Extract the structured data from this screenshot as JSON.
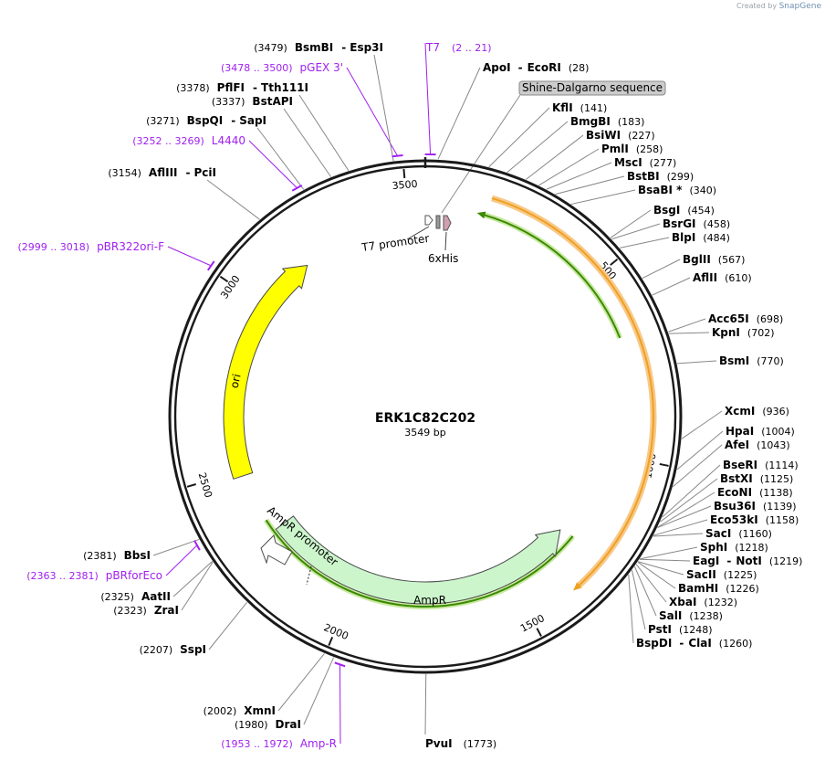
{
  "credit": {
    "prefix": "Created by",
    "brand": "SnapGene"
  },
  "plasmid": {
    "name": "ERK1C82C202",
    "length_label": "3549 bp",
    "length": 3549
  },
  "ticks": [
    {
      "pos": 500,
      "label": "500"
    },
    {
      "pos": 1000,
      "label": "1000"
    },
    {
      "pos": 1500,
      "label": "1500"
    },
    {
      "pos": 2000,
      "label": "2000"
    },
    {
      "pos": 2500,
      "label": "2500"
    },
    {
      "pos": 3000,
      "label": "3000"
    },
    {
      "pos": 3500,
      "label": "3500"
    }
  ],
  "features": [
    {
      "name": "AmpR",
      "label": "AmpR",
      "color": "#ccf5cc",
      "stroke": "#4a4a4a"
    },
    {
      "name": "AmpR promoter",
      "label": "AmpR promoter",
      "color": "#ffffff",
      "stroke": "#4a4a4a"
    },
    {
      "name": "ori",
      "label": "ori",
      "color": "#ffff00",
      "stroke": "#4a4a4a"
    },
    {
      "name": "T7 promoter",
      "label": "T7 promoter",
      "color": "#ffffff",
      "stroke": "#4a4a4a"
    },
    {
      "name": "6xHis",
      "label": "6xHis",
      "color": "#d0a0b0",
      "stroke": "#4a4a4a"
    },
    {
      "name": "Shine-Dalgarno sequence",
      "label": "Shine-Dalgarno sequence",
      "color": "#cccccc"
    }
  ],
  "orfs": {
    "orange_color": "#f0a020",
    "green_color": "#3a8a00"
  },
  "primers": [
    {
      "name": "T7",
      "range": "(2 .. 21)"
    },
    {
      "name": "pGEX 3'",
      "range": "(3478 .. 3500)"
    },
    {
      "name": "L4440",
      "range": "(3252 .. 3269)"
    },
    {
      "name": "pBR322ori-F",
      "range": "(2999 .. 3018)"
    },
    {
      "name": "pBRforEco",
      "range": "(2363 .. 2381)"
    },
    {
      "name": "Amp-R",
      "range": "(1953 .. 1972)"
    }
  ],
  "sites": [
    {
      "name": "ApoI",
      "name2": "EcoRI",
      "pos": "(28)"
    },
    {
      "name": "KflI",
      "pos": "(141)"
    },
    {
      "name": "BmgBI",
      "pos": "(183)"
    },
    {
      "name": "BsiWI",
      "pos": "(227)"
    },
    {
      "name": "PmlI",
      "pos": "(258)"
    },
    {
      "name": "MscI",
      "pos": "(277)"
    },
    {
      "name": "BstBI",
      "pos": "(299)"
    },
    {
      "name": "BsaBI *",
      "pos": "(340)"
    },
    {
      "name": "BsgI",
      "pos": "(454)"
    },
    {
      "name": "BsrGI",
      "pos": "(458)"
    },
    {
      "name": "BlpI",
      "pos": "(484)"
    },
    {
      "name": "BglII",
      "pos": "(567)"
    },
    {
      "name": "AflII",
      "pos": "(610)"
    },
    {
      "name": "Acc65I",
      "pos": "(698)"
    },
    {
      "name": "KpnI",
      "pos": "(702)"
    },
    {
      "name": "BsmI",
      "pos": "(770)"
    },
    {
      "name": "XcmI",
      "pos": "(936)"
    },
    {
      "name": "HpaI",
      "pos": "(1004)"
    },
    {
      "name": "AfeI",
      "pos": "(1043)"
    },
    {
      "name": "BseRI",
      "pos": "(1114)"
    },
    {
      "name": "BstXI",
      "pos": "(1125)"
    },
    {
      "name": "EcoNI",
      "pos": "(1138)"
    },
    {
      "name": "Bsu36I",
      "pos": "(1139)"
    },
    {
      "name": "Eco53kI",
      "pos": "(1158)"
    },
    {
      "name": "SacI",
      "pos": "(1160)"
    },
    {
      "name": "SphI",
      "pos": "(1218)"
    },
    {
      "name": "EagI",
      "name2": "NotI",
      "pos": "(1219)"
    },
    {
      "name": "SacII",
      "pos": "(1225)"
    },
    {
      "name": "BamHI",
      "pos": "(1226)"
    },
    {
      "name": "XbaI",
      "pos": "(1232)"
    },
    {
      "name": "SalI",
      "pos": "(1238)"
    },
    {
      "name": "PstI",
      "pos": "(1248)"
    },
    {
      "name": "BspDI",
      "name2": "ClaI",
      "pos": "(1260)"
    },
    {
      "name": "PvuI",
      "pos": "(1773)"
    },
    {
      "name": "DraI",
      "pos": "(1980)"
    },
    {
      "name": "XmnI",
      "pos": "(2002)"
    },
    {
      "name": "SspI",
      "pos": "(2207)"
    },
    {
      "name": "ZraI",
      "pos": "(2323)"
    },
    {
      "name": "AatII",
      "pos": "(2325)"
    },
    {
      "name": "BbsI",
      "pos": "(2381)"
    },
    {
      "name": "AflIII",
      "name2": "PciI",
      "pos": "(3154)"
    },
    {
      "name": "BspQI",
      "name2": "SapI",
      "pos": "(3271)"
    },
    {
      "name": "BstAPI",
      "pos": "(3337)"
    },
    {
      "name": "PflFI",
      "name2": "Tth111I",
      "pos": "(3378)"
    },
    {
      "name": "BsmBI",
      "name2": "Esp3I",
      "pos": "(3479)"
    }
  ]
}
